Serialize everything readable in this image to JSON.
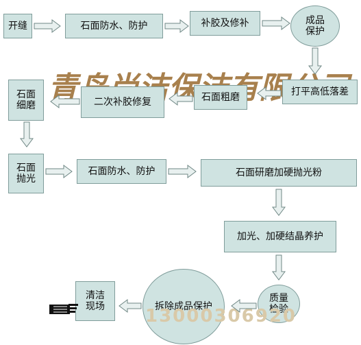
{
  "diagram": {
    "nodes": {
      "open_seam": "开缝",
      "waterproof_1": "石面防水、防护",
      "fill_repair": "补胶及修补",
      "protect_finished": "成品\n保护",
      "level_height": "打平高低落差",
      "stone_grind": "石面粗磨",
      "second_fill": "二次补胶修复",
      "fine_grind": "石面\n细磨",
      "polish": "石面\n抛光",
      "waterproof_2": "石面防水、防护",
      "hard_powder": "石面研磨加硬抛光粉",
      "crystal_care": "加光、加硬结晶养护",
      "quality_check": "质量\n检验",
      "remove_protection": "拆除成品保护",
      "clean_site": "清洁\n现场"
    },
    "watermark": "青岛尚洁保洁有限公司",
    "phone": "13000306920"
  },
  "colors": {
    "box_fill": "#cfe3e1",
    "box_border": "#7f9c9a",
    "watermark": "#9a6a2e"
  }
}
